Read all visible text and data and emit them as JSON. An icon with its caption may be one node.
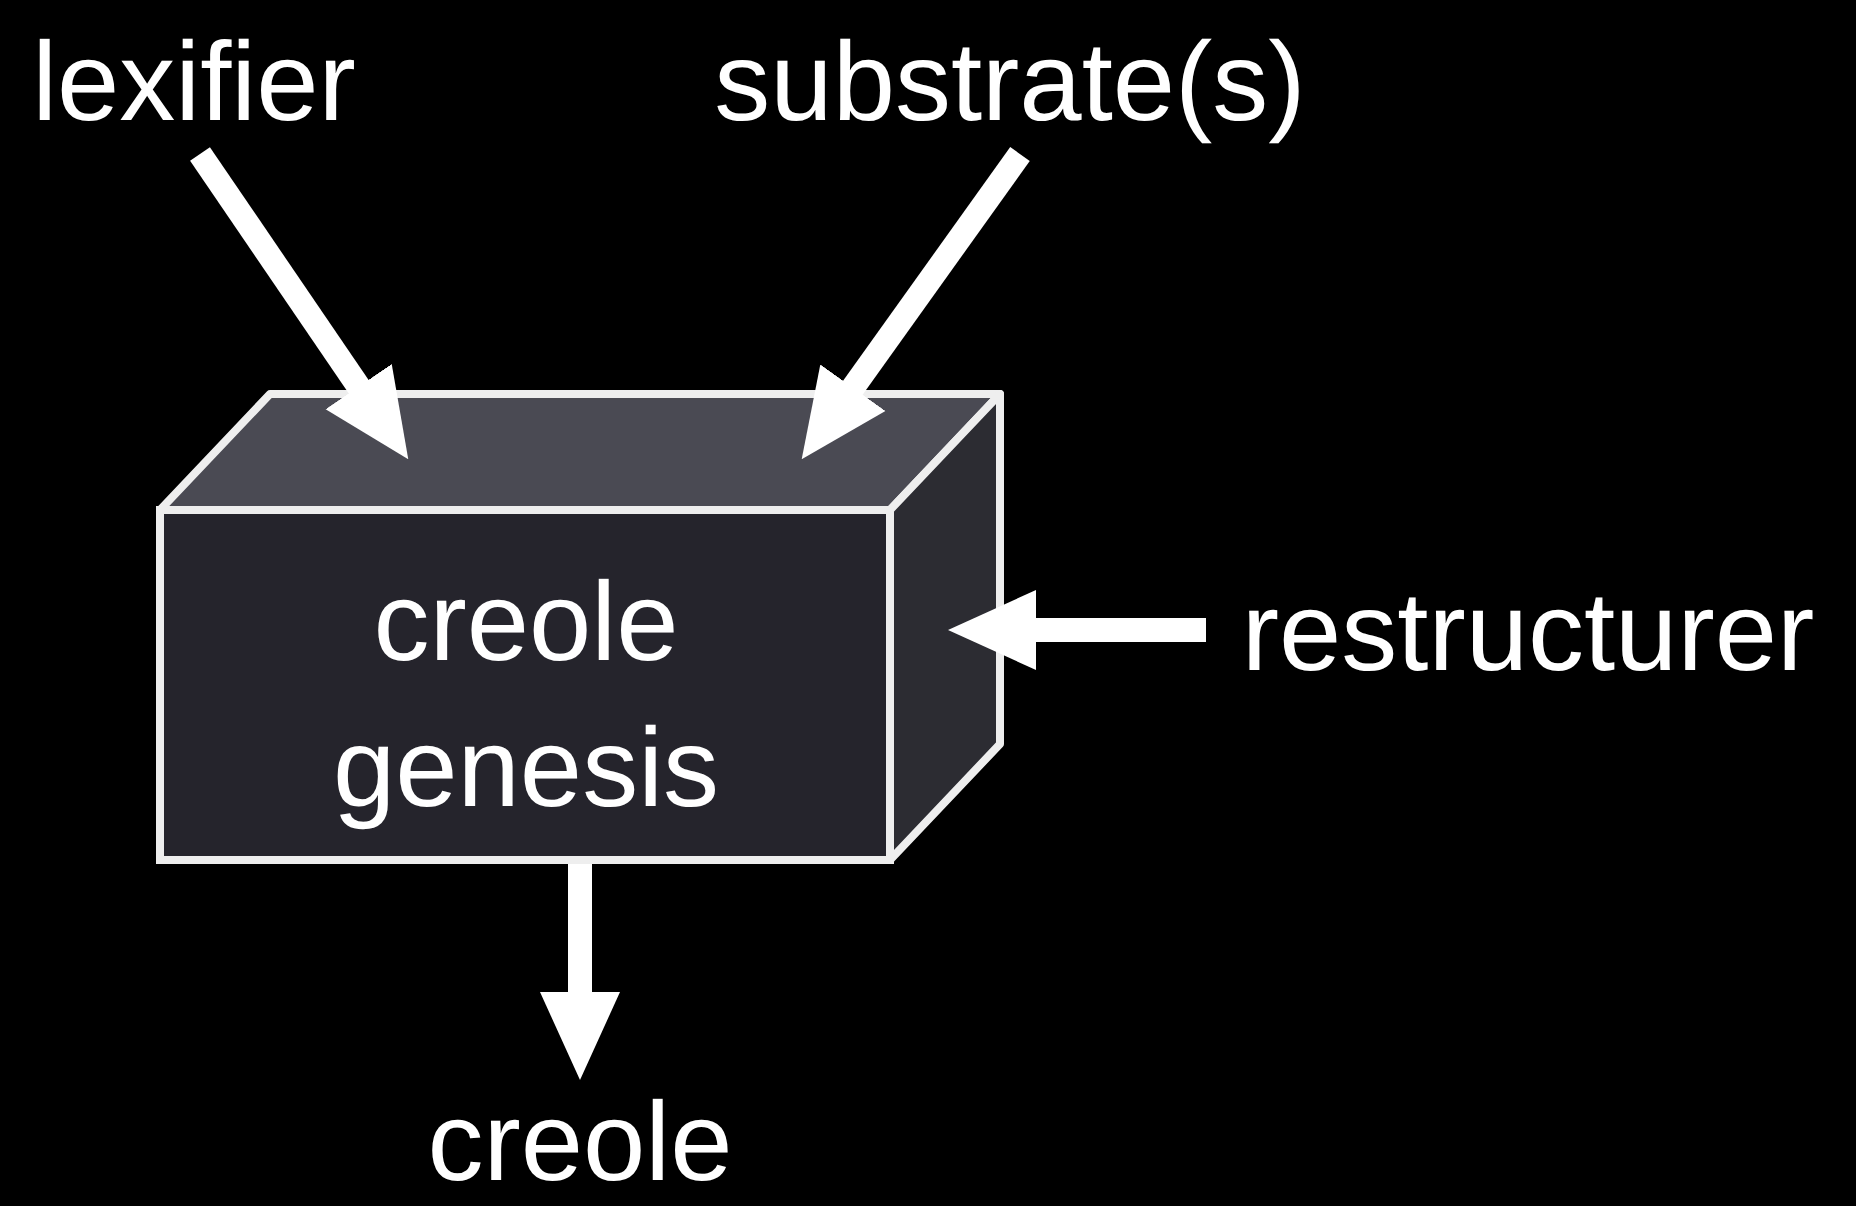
{
  "diagram": {
    "nodes": [
      {
        "text": [
          "lexifier"
        ]
      },
      {
        "text": [
          "substrate(s)"
        ]
      },
      {
        "text": [
          "creole genesis"
        ]
      },
      {
        "text": [
          "restructurer"
        ]
      },
      {
        "text": [
          "creole"
        ]
      }
    ],
    "edges": [
      {
        "from": 0,
        "to": 2,
        "arrow": "to"
      },
      {
        "from": 1,
        "to": 2,
        "arrow": "to"
      },
      {
        "from": 3,
        "to": 2,
        "arrow": "to"
      },
      {
        "from": 2,
        "to": 4,
        "arrow": "to"
      }
    ]
  }
}
